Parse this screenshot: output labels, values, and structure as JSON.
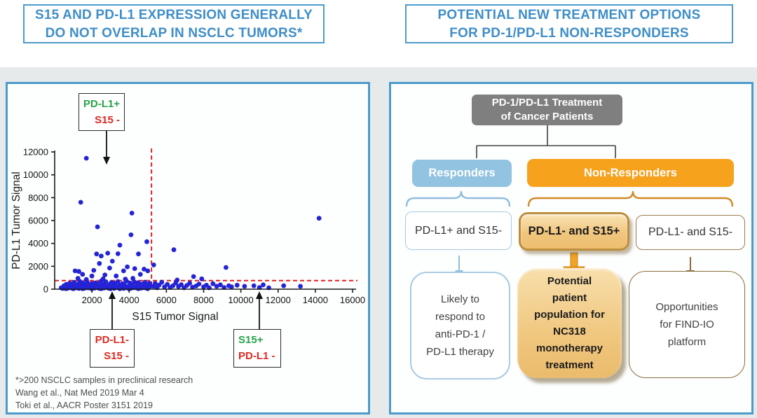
{
  "titles": {
    "left": "S15 AND PD-L1 EXPRESSION GENERALLY\nDO NOT OVERLAP IN NSCLC TUMORS*",
    "right": "POTENTIAL NEW TREATMENT OPTIONS\nFOR PD-1/PD-L1 NON-RESPONDERS"
  },
  "colors": {
    "accent_blue": "#3E8EC8",
    "panel_border_blue": "#4C9BCB",
    "responders_blue": "#92C3E1",
    "non_responders_orange": "#F6A21D",
    "highlight_gold": "#EFC173",
    "root_gray": "#7F7F7F",
    "point_blue": "#2424D6",
    "threshold_red": "#E02020",
    "positive_green": "#27A348",
    "negative_red": "#DC2B22"
  },
  "scatter": {
    "annotations": {
      "top": {
        "line1": "PD-L1+",
        "line2": "S15 -"
      },
      "bottom_left": {
        "line1": "PD-L1-",
        "line2": "S15 -"
      },
      "bottom_right": {
        "line1": "S15+",
        "line2": "PD-L1 -"
      }
    },
    "footnotes": [
      "*>200 NSCLC samples in preclinical research",
      "Wang et al., Nat Med 2019 Mar 4",
      "Toki et al., AACR Poster 3151 2019"
    ]
  },
  "chart_data": {
    "type": "scatter",
    "title": "",
    "xlabel": "S15 Tumor Signal",
    "ylabel": "PD-L1 Tumor Signal",
    "xlim": [
      0,
      16000
    ],
    "ylim": [
      0,
      12000
    ],
    "x_ticks": [
      2000,
      4000,
      6000,
      8000,
      10000,
      12000,
      14000,
      16000
    ],
    "y_ticks": [
      0,
      2000,
      4000,
      6000,
      8000,
      10000,
      12000
    ],
    "grid": false,
    "thresholds": {
      "x": 5200,
      "y": 750,
      "style": "red-dashed"
    },
    "series": [
      {
        "name": "NSCLC samples (>200)",
        "color": "#2424D6",
        "points": [
          [
            1700,
            11450
          ],
          [
            1400,
            7600
          ],
          [
            4150,
            6650
          ],
          [
            2300,
            5450
          ],
          [
            4100,
            4750
          ],
          [
            4950,
            4150
          ],
          [
            3500,
            3850
          ],
          [
            14200,
            6200
          ],
          [
            6400,
            3450
          ],
          [
            9200,
            1900
          ],
          [
            7460,
            1100
          ],
          [
            7900,
            900
          ],
          [
            6580,
            800
          ],
          [
            5320,
            2120
          ],
          [
            2250,
            3080
          ],
          [
            2850,
            3150
          ],
          [
            3400,
            3100
          ],
          [
            4500,
            3080
          ],
          [
            2500,
            2900
          ],
          [
            3100,
            2450
          ],
          [
            2400,
            2250
          ],
          [
            3900,
            1950
          ],
          [
            2950,
            1850
          ],
          [
            4300,
            1800
          ],
          [
            4800,
            1750
          ],
          [
            3700,
            1600
          ],
          [
            2100,
            1650
          ],
          [
            1100,
            1600
          ],
          [
            1300,
            1550
          ],
          [
            5000,
            1600
          ],
          [
            1500,
            1300
          ],
          [
            2700,
            1250
          ],
          [
            3300,
            1150
          ],
          [
            4600,
            1300
          ],
          [
            2000,
            1150
          ],
          [
            1250,
            950
          ],
          [
            1700,
            850
          ],
          [
            2600,
            900
          ],
          [
            3800,
            880
          ],
          [
            4200,
            950
          ],
          [
            350,
            120
          ],
          [
            420,
            60
          ],
          [
            500,
            300
          ],
          [
            560,
            150
          ],
          [
            620,
            420
          ],
          [
            700,
            80
          ],
          [
            750,
            250
          ],
          [
            800,
            520
          ],
          [
            850,
            140
          ],
          [
            900,
            330
          ],
          [
            950,
            70
          ],
          [
            1000,
            480
          ],
          [
            1020,
            180
          ],
          [
            1050,
            600
          ],
          [
            1100,
            90
          ],
          [
            1150,
            280
          ],
          [
            1200,
            150
          ],
          [
            1250,
            430
          ],
          [
            1300,
            60
          ],
          [
            1320,
            350
          ],
          [
            1350,
            680
          ],
          [
            1400,
            200
          ],
          [
            1450,
            100
          ],
          [
            1500,
            540
          ],
          [
            1550,
            300
          ],
          [
            1600,
            80
          ],
          [
            1650,
            450
          ],
          [
            1700,
            170
          ],
          [
            1750,
            620
          ],
          [
            1800,
            110
          ],
          [
            1850,
            380
          ],
          [
            1900,
            240
          ],
          [
            1950,
            70
          ],
          [
            2000,
            500
          ],
          [
            2050,
            160
          ],
          [
            2100,
            320
          ],
          [
            2150,
            90
          ],
          [
            2200,
            560
          ],
          [
            2250,
            220
          ],
          [
            2300,
            130
          ],
          [
            2350,
            470
          ],
          [
            2400,
            60
          ],
          [
            2450,
            290
          ],
          [
            2500,
            710
          ],
          [
            2550,
            180
          ],
          [
            2600,
            400
          ],
          [
            2650,
            100
          ],
          [
            2700,
            340
          ],
          [
            2750,
            650
          ],
          [
            2800,
            150
          ],
          [
            2850,
            260
          ],
          [
            2900,
            80
          ],
          [
            2950,
            430
          ],
          [
            3000,
            190
          ],
          [
            3050,
            590
          ],
          [
            3100,
            120
          ],
          [
            3150,
            310
          ],
          [
            3200,
            70
          ],
          [
            3250,
            520
          ],
          [
            3300,
            230
          ],
          [
            3350,
            160
          ],
          [
            3400,
            660
          ],
          [
            3450,
            90
          ],
          [
            3500,
            370
          ],
          [
            3550,
            280
          ],
          [
            3600,
            140
          ],
          [
            3650,
            490
          ],
          [
            3700,
            60
          ],
          [
            3750,
            330
          ],
          [
            3800,
            210
          ],
          [
            3850,
            700
          ],
          [
            3900,
            110
          ],
          [
            3950,
            260
          ],
          [
            4000,
            170
          ],
          [
            4050,
            540
          ],
          [
            4100,
            80
          ],
          [
            4150,
            390
          ],
          [
            4200,
            300
          ],
          [
            4250,
            130
          ],
          [
            4300,
            620
          ],
          [
            4350,
            200
          ],
          [
            4400,
            100
          ],
          [
            4450,
            350
          ],
          [
            4500,
            570
          ],
          [
            4550,
            160
          ],
          [
            4600,
            280
          ],
          [
            4650,
            90
          ],
          [
            4700,
            440
          ],
          [
            4750,
            230
          ],
          [
            4800,
            130
          ],
          [
            4850,
            610
          ],
          [
            4900,
            330
          ],
          [
            4950,
            70
          ],
          [
            5000,
            410
          ],
          [
            5050,
            180
          ],
          [
            5100,
            520
          ],
          [
            5150,
            260
          ],
          [
            600,
            40
          ],
          [
            1000,
            35
          ],
          [
            1500,
            45
          ],
          [
            2000,
            30
          ],
          [
            2500,
            40
          ],
          [
            3000,
            35
          ],
          [
            3500,
            45
          ],
          [
            4000,
            30
          ],
          [
            4500,
            40
          ],
          [
            5000,
            35
          ],
          [
            5300,
            250
          ],
          [
            5400,
            500
          ],
          [
            5500,
            120
          ],
          [
            5600,
            350
          ],
          [
            5750,
            600
          ],
          [
            5900,
            200
          ],
          [
            6050,
            420
          ],
          [
            6200,
            150
          ],
          [
            6350,
            300
          ],
          [
            6500,
            550
          ],
          [
            6650,
            230
          ],
          [
            6800,
            400
          ],
          [
            6950,
            120
          ],
          [
            7100,
            330
          ],
          [
            7250,
            520
          ],
          [
            7400,
            180
          ],
          [
            7600,
            280
          ],
          [
            7750,
            450
          ],
          [
            8000,
            200
          ],
          [
            8150,
            350
          ],
          [
            8300,
            120
          ],
          [
            8500,
            480
          ],
          [
            8700,
            250
          ],
          [
            8900,
            380
          ],
          [
            9100,
            150
          ],
          [
            9350,
            300
          ],
          [
            9500,
            200
          ],
          [
            9800,
            350
          ],
          [
            10200,
            250
          ],
          [
            10700,
            300
          ],
          [
            11000,
            150
          ],
          [
            11200,
            380
          ],
          [
            11500,
            120
          ],
          [
            12300,
            300
          ],
          [
            13200,
            250
          ]
        ]
      }
    ]
  },
  "flowchart": {
    "root": "PD-1/PD-L1 Treatment\nof Cancer Patients",
    "responders": "Responders",
    "non_responders": "Non-Responders",
    "responders_group": "PD-L1+ and S15-",
    "nonresp_highlight_group": "PD-L1- and S15+",
    "nonresp_plain_group": "PD-L1- and S15-",
    "outcome_responders": "Likely to\nrespond to\nanti-PD-1 /\nPD-L1 therapy",
    "outcome_highlight": "Potential\npatient\npopulation for\nNC318\nmonotherapy\ntreatment",
    "outcome_plain": "Opportunities\nfor FIND-IO\nplatform"
  }
}
